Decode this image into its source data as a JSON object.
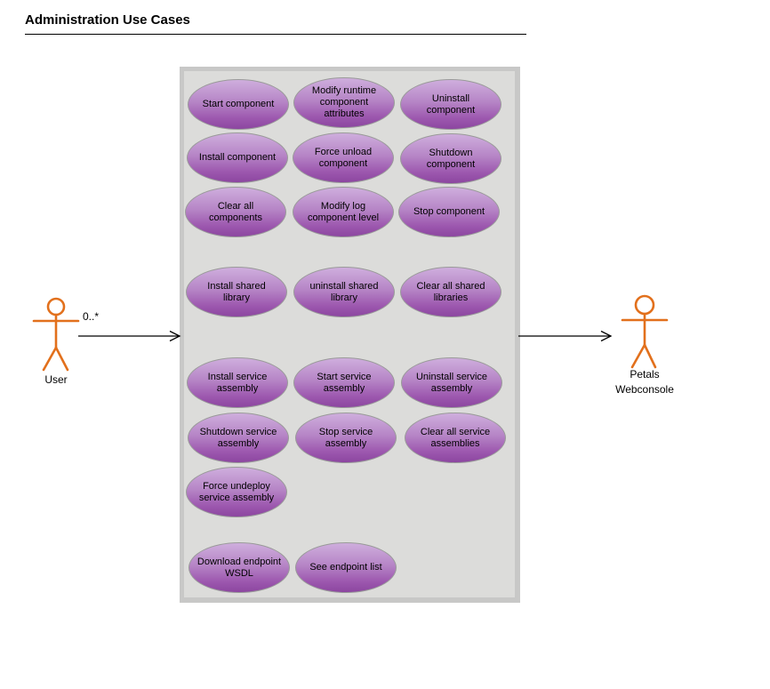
{
  "title": "Administration Use Cases",
  "actors": {
    "left": {
      "name": "User",
      "multiplicity": "0..*"
    },
    "right": {
      "name_line1": "Petals",
      "name_line2": "Webconsole"
    }
  },
  "colors": {
    "usecase_gradient_top": "#cfaedd",
    "usecase_gradient_bottom": "#8c46a0",
    "actor_stroke": "#e2701c",
    "boundary_fill": "#dcdcda",
    "boundary_border": "#c8c8c7",
    "connector": "#000000"
  },
  "usecases": [
    {
      "label": "Start component"
    },
    {
      "label": "Modify runtime component attributes"
    },
    {
      "label": "Uninstall component"
    },
    {
      "label": "Install component"
    },
    {
      "label": "Force unload component"
    },
    {
      "label": "Shutdown component"
    },
    {
      "label": "Clear all components"
    },
    {
      "label": "Modify log component level"
    },
    {
      "label": "Stop component"
    },
    {
      "label": "Install shared library"
    },
    {
      "label": "uninstall shared library"
    },
    {
      "label": "Clear all shared libraries"
    },
    {
      "label": "Install service assembly"
    },
    {
      "label": "Start service assembly"
    },
    {
      "label": "Uninstall service assembly"
    },
    {
      "label": "Shutdown service assembly"
    },
    {
      "label": "Stop service assembly"
    },
    {
      "label": "Clear all service assemblies"
    },
    {
      "label": "Force undeploy service assembly"
    },
    {
      "label": "Download endpoint WSDL"
    },
    {
      "label": "See endpoint list"
    }
  ]
}
